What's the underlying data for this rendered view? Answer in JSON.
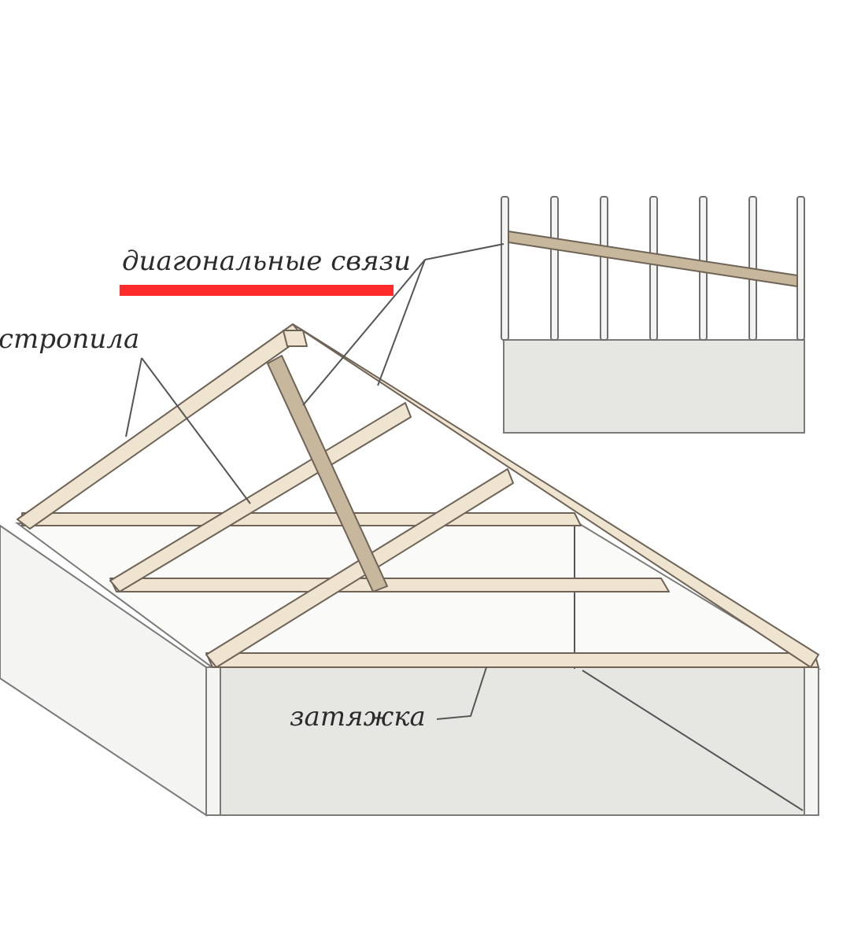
{
  "labels": {
    "diagonal_braces": "диагональные связи",
    "rafters": "стропила",
    "tie_beam": "затяжка"
  },
  "colors": {
    "highlight_underline": "#ff2a2a",
    "wood": "#eee4cf",
    "wall": "#e6e6e3"
  }
}
